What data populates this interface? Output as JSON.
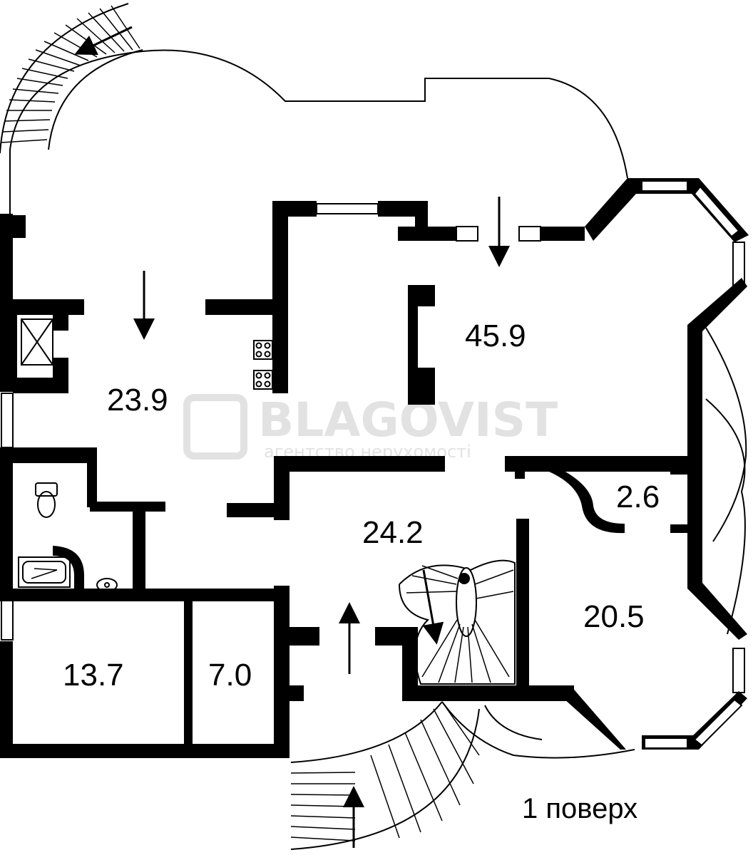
{
  "watermark": {
    "brand": "BLAGOVIST",
    "tagline": "агентство нерухомості"
  },
  "rooms": [
    {
      "id": "living",
      "area": "45.9"
    },
    {
      "id": "kitchen",
      "area": "23.9"
    },
    {
      "id": "hall",
      "area": "24.2"
    },
    {
      "id": "room-right",
      "area": "20.5"
    },
    {
      "id": "storage",
      "area": "2.6"
    },
    {
      "id": "room-left",
      "area": "13.7"
    },
    {
      "id": "room-small",
      "area": "7.0"
    }
  ],
  "floor_label": "1 поверх",
  "colors": {
    "walls": "#000000",
    "background": "#ffffff",
    "watermark": "#e2e2e2"
  }
}
